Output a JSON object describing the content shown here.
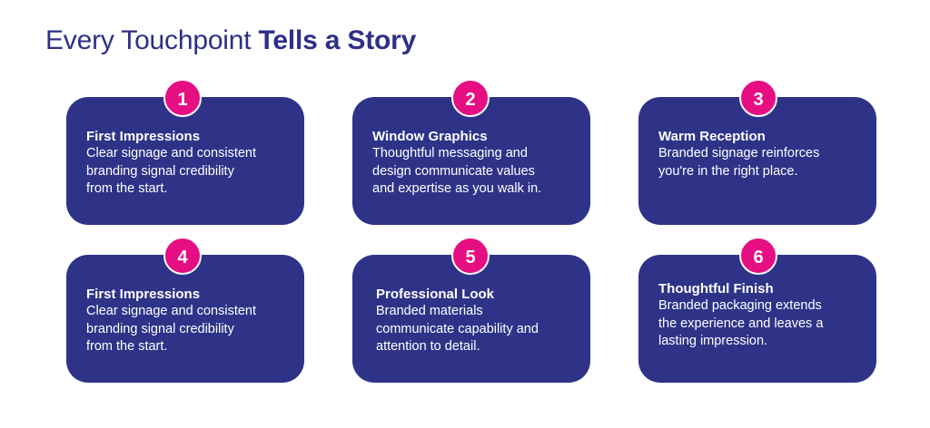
{
  "title": {
    "light": "Every Touchpoint ",
    "bold": "Tells a Story"
  },
  "colors": {
    "card_bg": "#2e3388",
    "badge_bg": "#e60e83",
    "title_text": "#2e2f87",
    "card_text": "#ffffff"
  },
  "cards": [
    {
      "number": "1",
      "heading": "First Impressions",
      "body": "Clear signage and consistent\nbranding signal credibility\nfrom the start."
    },
    {
      "number": "2",
      "heading": "Window Graphics",
      "body": "Thoughtful messaging and\ndesign communicate values\nand expertise as you walk in."
    },
    {
      "number": "3",
      "heading": "Warm Reception",
      "body": "Branded signage reinforces\nyou're in the right place."
    },
    {
      "number": "4",
      "heading": "First Impressions",
      "body": "Clear signage and consistent\nbranding signal credibility\nfrom the start."
    },
    {
      "number": "5",
      "heading": "Professional Look",
      "body": "Branded materials\ncommunicate capability and\nattention to detail."
    },
    {
      "number": "6",
      "heading": "Thoughtful Finish",
      "body": "Branded packaging extends\nthe experience and leaves a\nlasting impression."
    }
  ]
}
